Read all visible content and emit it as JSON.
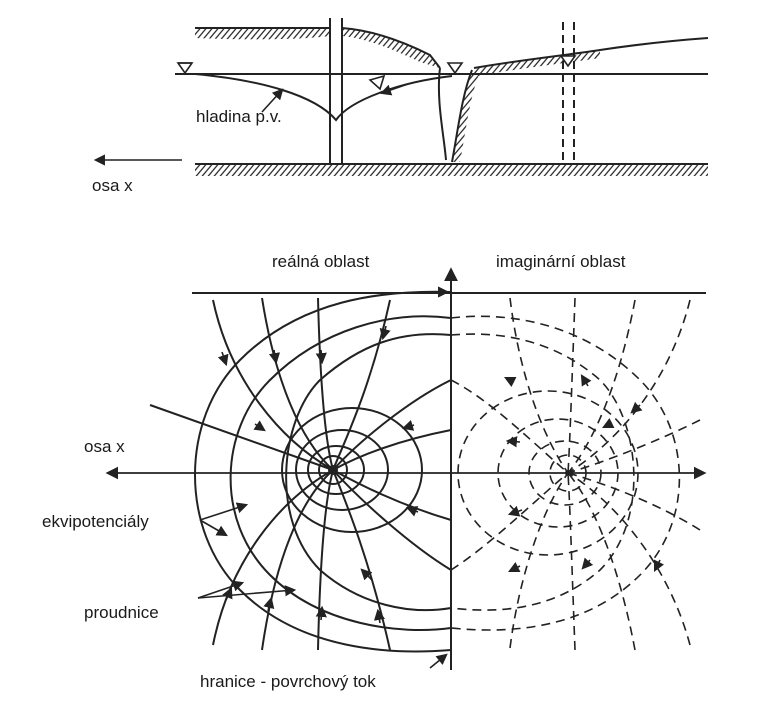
{
  "cross_section": {
    "water_table_label": "hladina p.v.",
    "axis_label": "osa x"
  },
  "plan_view": {
    "real_region_label": "reálná oblast",
    "imaginary_region_label": "imaginární oblast",
    "axis_label": "osa x",
    "equipotentials_label": "ekvipotenciály",
    "streamlines_label": "proudnice",
    "boundary_label": "hranice - povrchový tok"
  }
}
